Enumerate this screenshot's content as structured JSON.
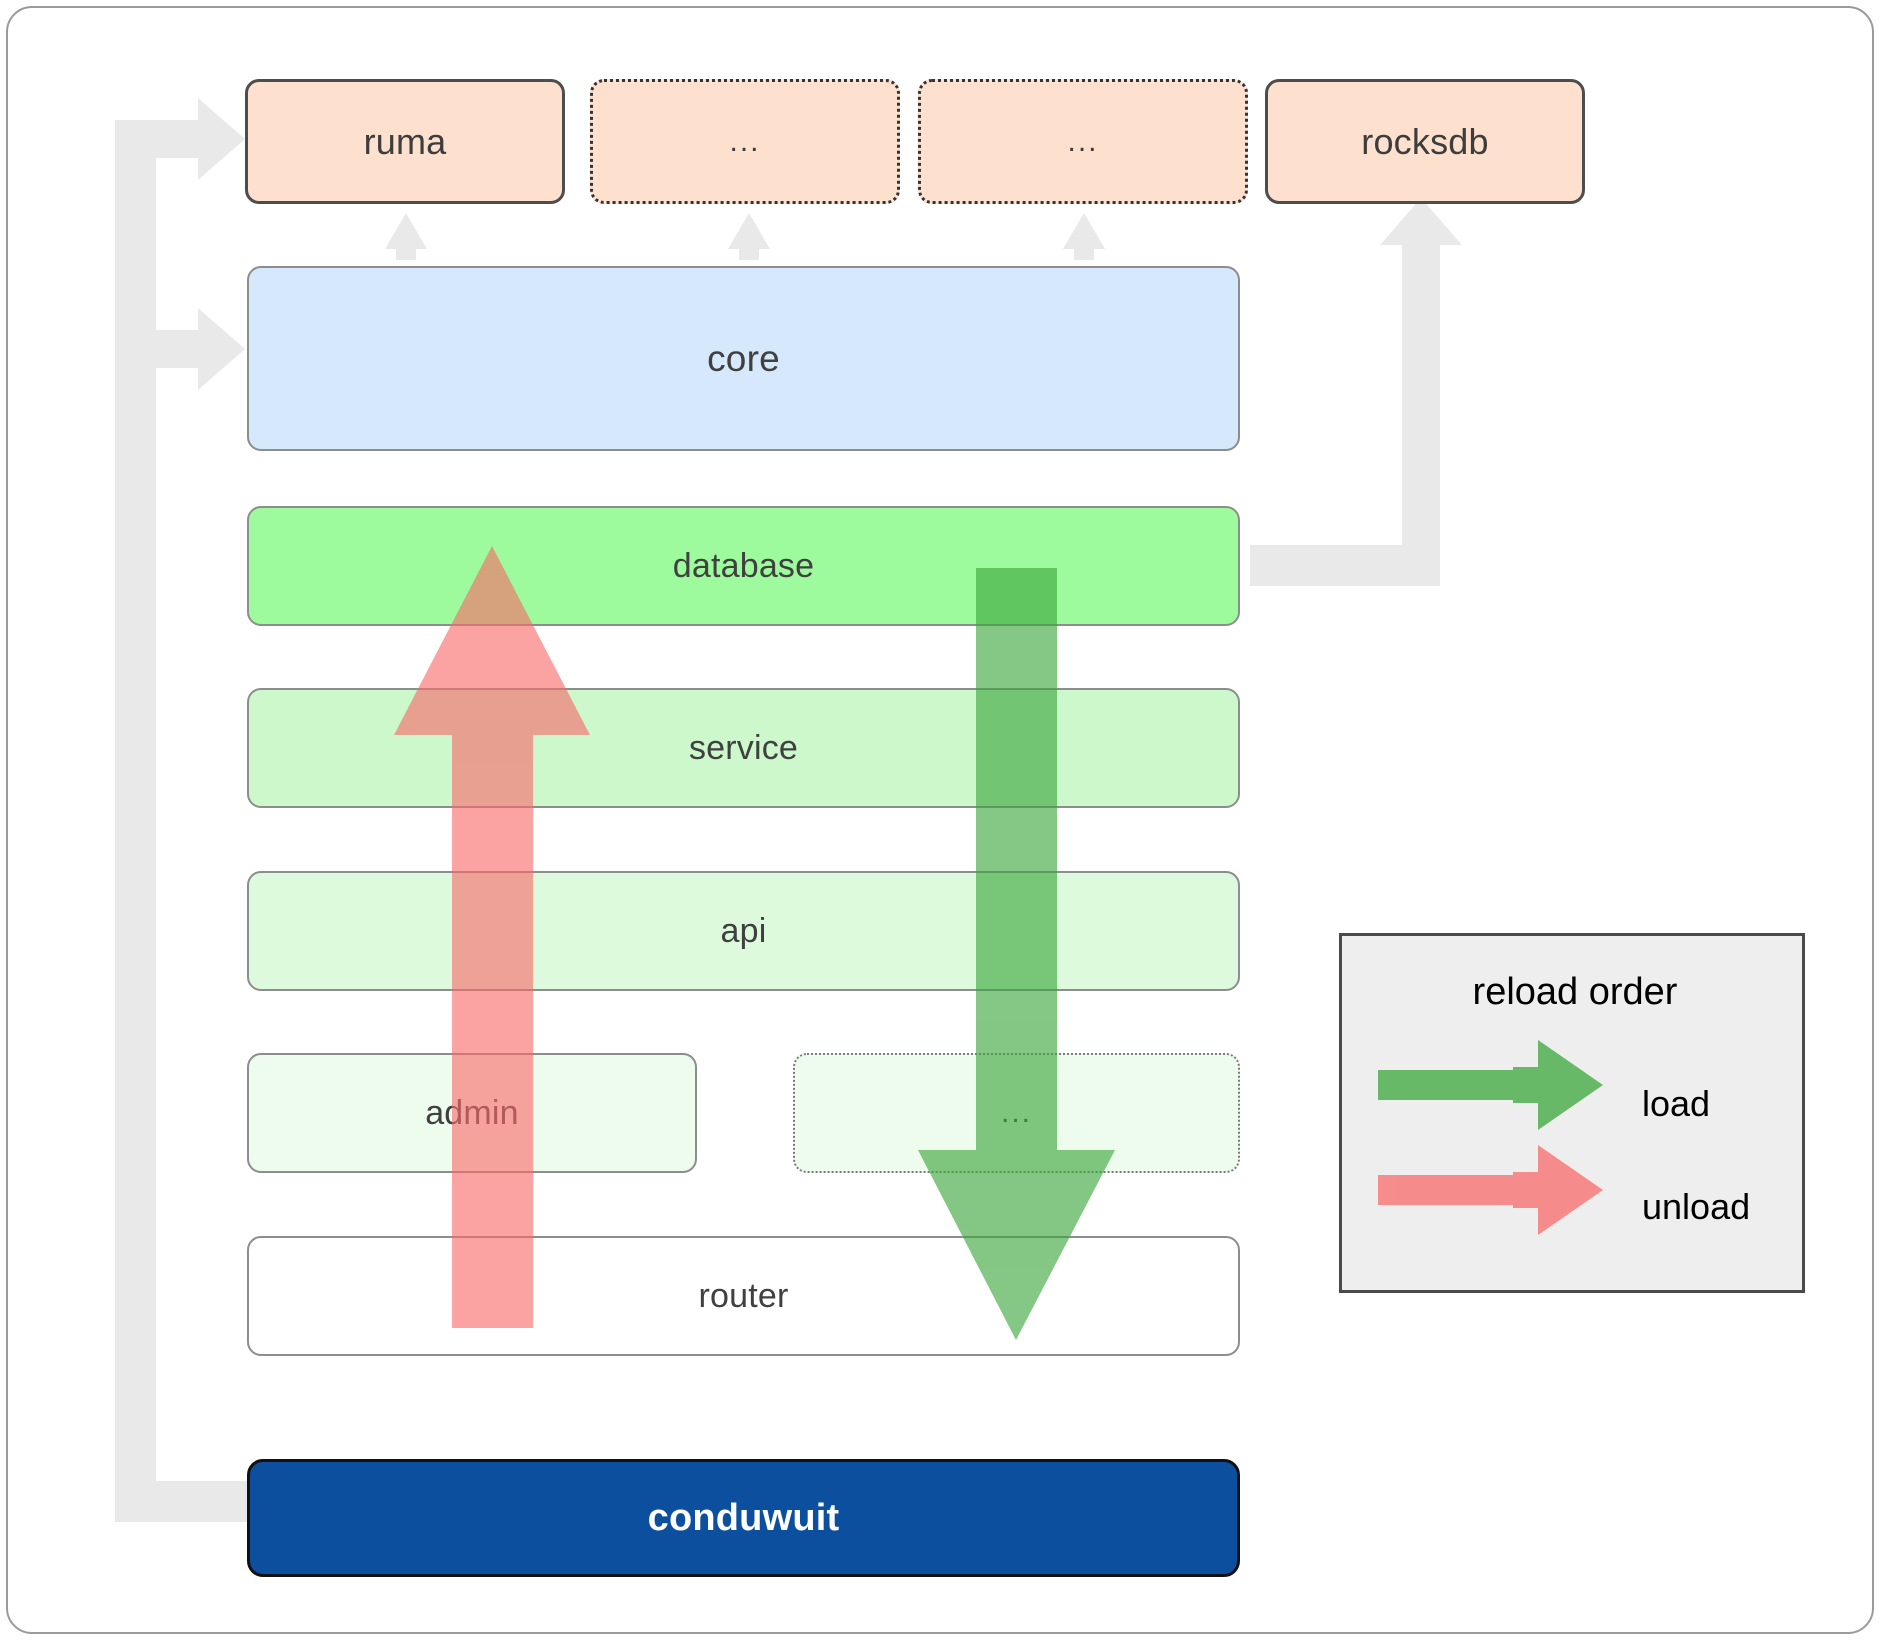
{
  "diagram": {
    "title": "conduwuit crate architecture / reload order",
    "colors": {
      "dependency_fill": "#fde0cd",
      "dependency_stroke": "#4d4d4d",
      "core_fill": "#d6e8fb",
      "database_fill": "#9dfb9d",
      "service_fill": "#ccf8cc",
      "api_fill": "#ddfadd",
      "admin_fill": "#eefced",
      "router_fill": "#ffffff",
      "app_fill": "#0b4f9e",
      "app_text": "#ffffff",
      "load_arrow": "#4caf50",
      "unload_arrow": "#f77",
      "connector_gray": "#e8e8e8",
      "frame_stroke": "#9a9a9a",
      "legend_fill": "#eeeeee",
      "legend_stroke": "#4a4a4a"
    },
    "dependencies": [
      {
        "id": "ruma",
        "label": "ruma",
        "style": "solid"
      },
      {
        "id": "dots1",
        "label": "...",
        "style": "dotted"
      },
      {
        "id": "dots2",
        "label": "...",
        "style": "dotted"
      },
      {
        "id": "rocksdb",
        "label": "rocksdb",
        "style": "solid"
      }
    ],
    "core": {
      "label": "core"
    },
    "layers": [
      {
        "id": "database",
        "label": "database",
        "style": "solid"
      },
      {
        "id": "service",
        "label": "service",
        "style": "solid"
      },
      {
        "id": "api",
        "label": "api",
        "style": "solid"
      },
      {
        "id": "admin",
        "label": "admin",
        "style": "solid"
      },
      {
        "id": "dots3",
        "label": "...",
        "style": "dotted"
      },
      {
        "id": "router",
        "label": "router",
        "style": "solid"
      }
    ],
    "app": {
      "label": "conduwuit"
    },
    "legend": {
      "title": "reload order",
      "entries": [
        {
          "id": "load",
          "label": "load",
          "color": "#4caf50"
        },
        {
          "id": "unload",
          "label": "unload",
          "color": "#f77777"
        }
      ]
    },
    "flow_arrows": [
      {
        "id": "unload-arrow",
        "direction": "up",
        "from": "router",
        "to": "database",
        "color": "#f77777"
      },
      {
        "id": "load-arrow",
        "direction": "down",
        "from": "database",
        "to": "router",
        "color": "#4caf50"
      }
    ]
  }
}
